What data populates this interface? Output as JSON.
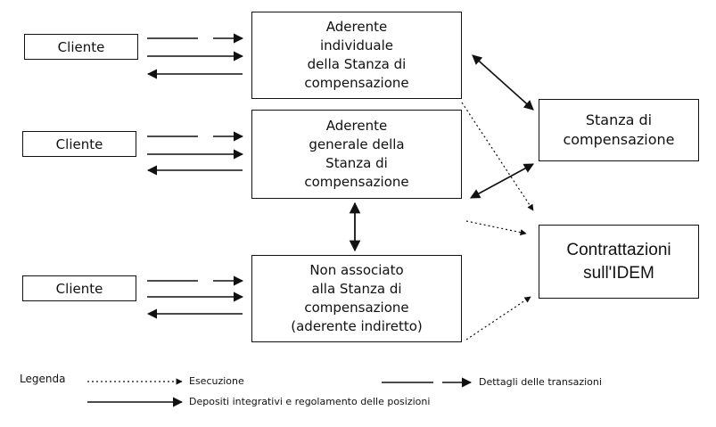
{
  "clients": [
    {
      "label": "Cliente"
    },
    {
      "label": "Cliente"
    },
    {
      "label": "Cliente"
    }
  ],
  "members": {
    "individual": "Aderente\nindividuale\ndella Stanza di\ncompensazione",
    "general": "Aderente\ngenerale della\nStanza di\ncompensazione",
    "non_member": "Non associato\nalla Stanza di\ncompensazione\n(aderente indiretto)"
  },
  "clearing_house": "Stanza di\ncompensazione",
  "exchange": "Contrattazioni\nsull'IDEM",
  "legend": {
    "title": "Legenda",
    "execution": "Esecuzione",
    "transaction_details": "Dettagli delle transazioni",
    "margins_settlement": "Depositi integrativi e regolamento delle posizioni"
  }
}
